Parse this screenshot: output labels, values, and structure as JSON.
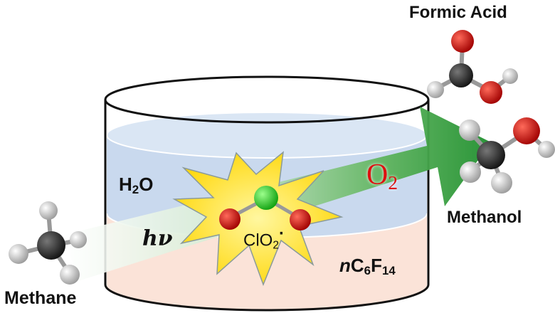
{
  "labels": {
    "formic_acid": "Formic Acid",
    "methanol": "Methanol",
    "methane": "Methane",
    "water": {
      "main": "H",
      "sub": "2",
      "tail": "O"
    },
    "fluorocarbon": {
      "italic": "n",
      "c": "C",
      "c_sub": "6",
      "f": "F",
      "f_sub": "14"
    },
    "light": "hν",
    "radical": {
      "main": "ClO",
      "sub": "2",
      "dot": "·"
    },
    "oxygen": {
      "main": "O",
      "sub": "2"
    }
  },
  "colors": {
    "water": "#c9d9ee",
    "fluorocarbon": "#fbe3d8",
    "arrow": "#2e9a3e",
    "burst": "#ffe600",
    "chlorine": "#22cc22",
    "oxygen_atom": "#d01010",
    "carbon": "#222222",
    "hydrogen": "#f2f2f2"
  }
}
